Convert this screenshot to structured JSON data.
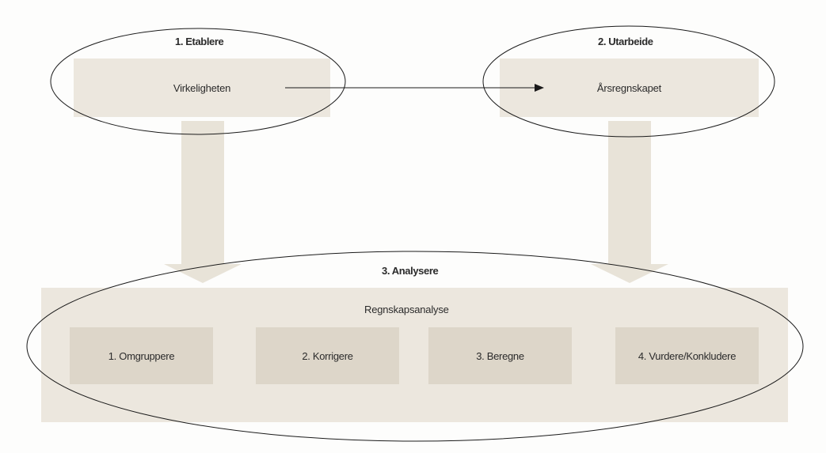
{
  "colors": {
    "box_fill": "#ece7de",
    "step_fill": "#ddd6c9",
    "arrow_fill": "#e8e3d8",
    "outline": "#1a1a1a",
    "text": "#2b2b2b"
  },
  "stage1": {
    "label": "1. Etablere",
    "box_text": "Virkeligheten"
  },
  "stage2": {
    "label": "2. Utarbeide",
    "box_text": "Årsregnskapet"
  },
  "stage3": {
    "label": "3. Analysere",
    "box_text": "Regnskapsanalyse",
    "steps": [
      "1. Omgruppere",
      "2. Korrigere",
      "3. Beregne",
      "4. Vurdere/Konkludere"
    ]
  }
}
